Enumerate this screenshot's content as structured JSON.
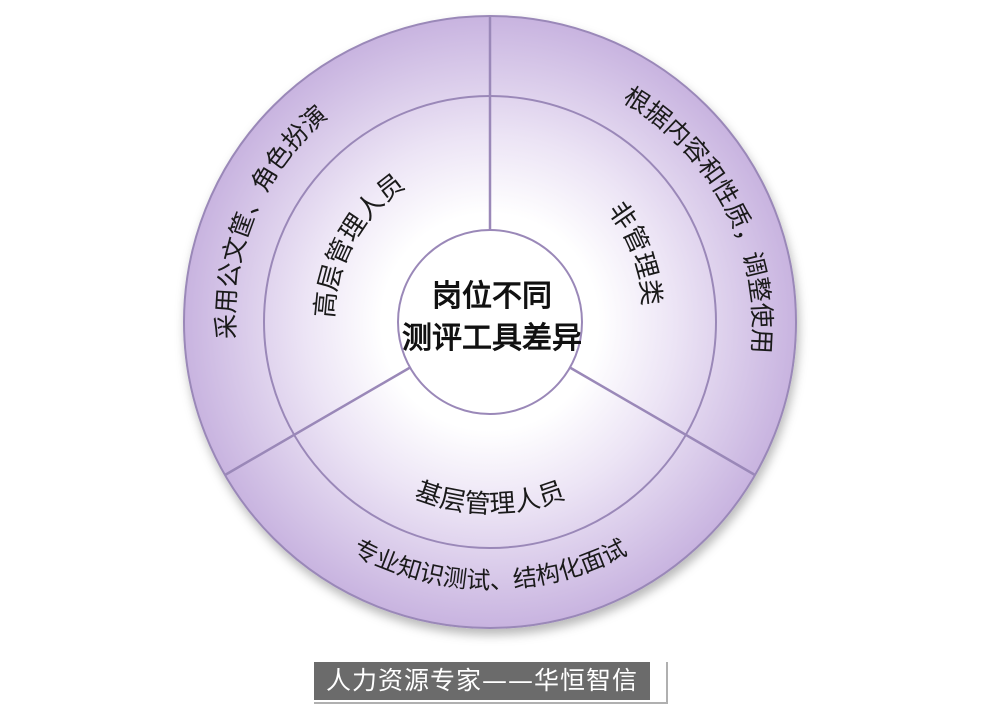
{
  "center": {
    "line1": "岗位不同",
    "line2": "测评工具差异"
  },
  "inner_ring": {
    "senior": "高层管理人员",
    "non_management": "非管理类",
    "grassroots": "基层管理人员"
  },
  "outer_ring": {
    "senior_tools": "采用公文筐、角色扮演",
    "non_management_tools": "根据内容和性质，调整使用",
    "grassroots_tools": "专业知识测试、结构化面试"
  },
  "footer": {
    "text": "人力资源专家——华恒智信"
  },
  "colors": {
    "fill_light": "#f6f2fb",
    "fill_dark": "#c9b5e0",
    "stroke": "#9a88b8"
  }
}
